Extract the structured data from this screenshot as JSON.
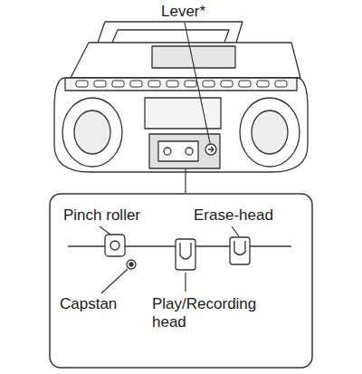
{
  "diagram": {
    "labels": [
      "Lever*",
      "Pinch roller",
      "Erase-head",
      "Capstan",
      "Play/Recording head"
    ]
  }
}
